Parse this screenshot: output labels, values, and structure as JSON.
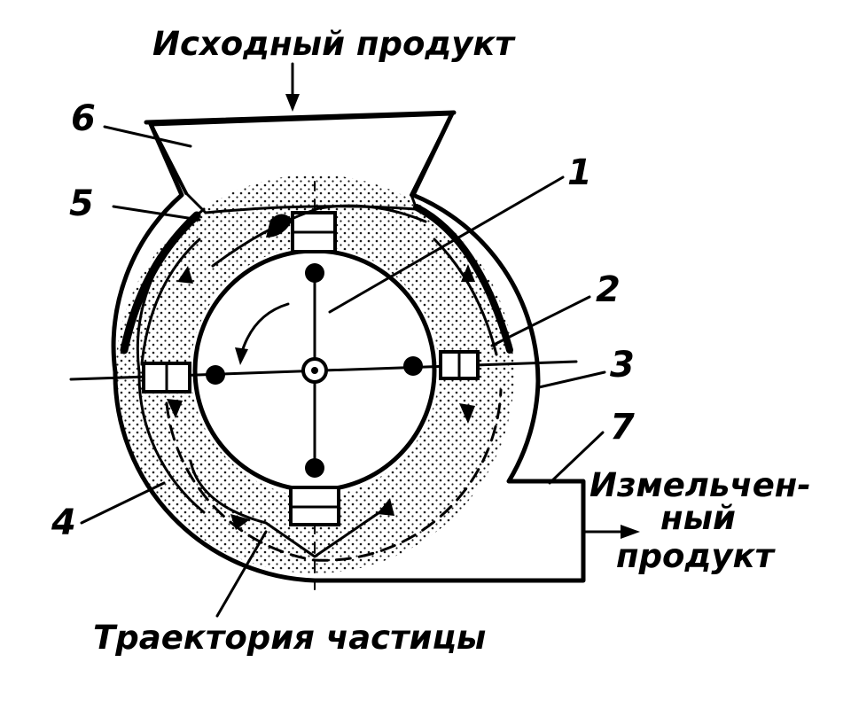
{
  "labels": {
    "input_product": "Исходный продукт",
    "output_product_line1": "Измельчен-",
    "output_product_line2": "ный",
    "output_product_line3": "продукт",
    "particle_trajectory": "Траектория частицы",
    "n1": "1",
    "n2": "2",
    "n3": "3",
    "n4": "4",
    "n5": "5",
    "n6": "6",
    "n7": "7"
  },
  "colors": {
    "ink": "#000000",
    "paper": "#ffffff"
  }
}
